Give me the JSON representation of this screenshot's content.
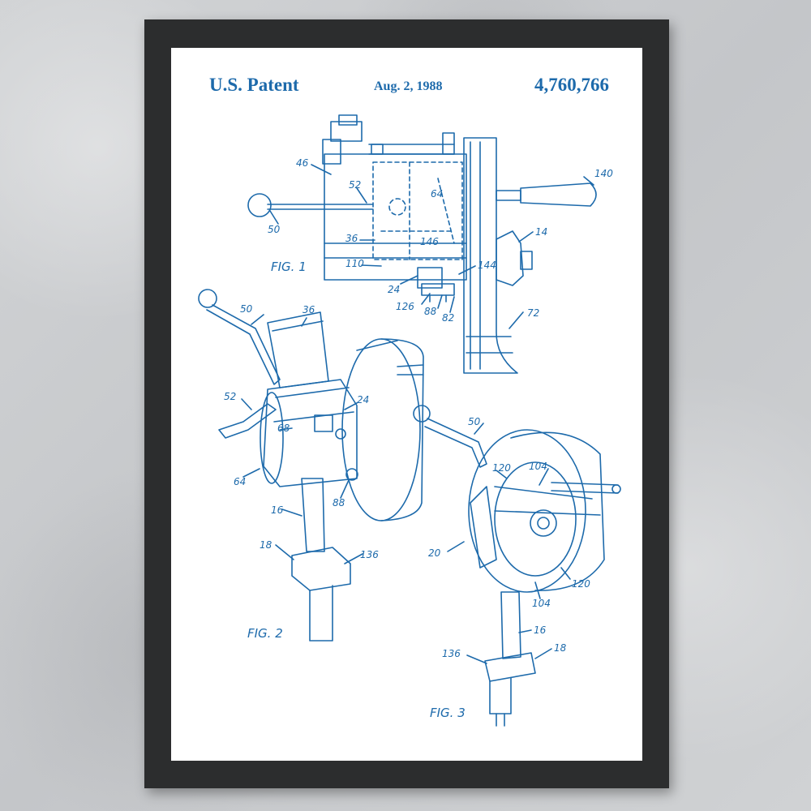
{
  "header": {
    "left": "U.S. Patent",
    "date": "Aug. 2, 1988",
    "number": "4,760,766"
  },
  "figures": {
    "fig1": "FIG. 1",
    "fig2": "FIG. 2",
    "fig3": "FIG. 3"
  },
  "labels": {
    "l46": "46",
    "l52a": "52",
    "l64a": "64",
    "l140": "140",
    "l50a": "50",
    "l36a": "36",
    "l146": "146",
    "l14": "14",
    "l110": "110",
    "l144": "144",
    "l24a": "24",
    "l126": "126",
    "l88a": "88",
    "l82": "82",
    "l72": "72",
    "l50b": "50",
    "l36b": "36",
    "l52b": "52",
    "l24b": "24",
    "l68": "68",
    "l64b": "64",
    "l88b": "88",
    "l16a": "16",
    "l18a": "18",
    "l136a": "136",
    "l50c": "50",
    "l120a": "120",
    "l104a": "104",
    "l20": "20",
    "l120b": "120",
    "l104b": "104",
    "l16b": "16",
    "l136b": "136",
    "l18b": "18"
  },
  "colors": {
    "ink": "#1d6aab",
    "frame": "#2c2d2e",
    "mat": "#ffffff",
    "wall": "#c9cbcd"
  }
}
